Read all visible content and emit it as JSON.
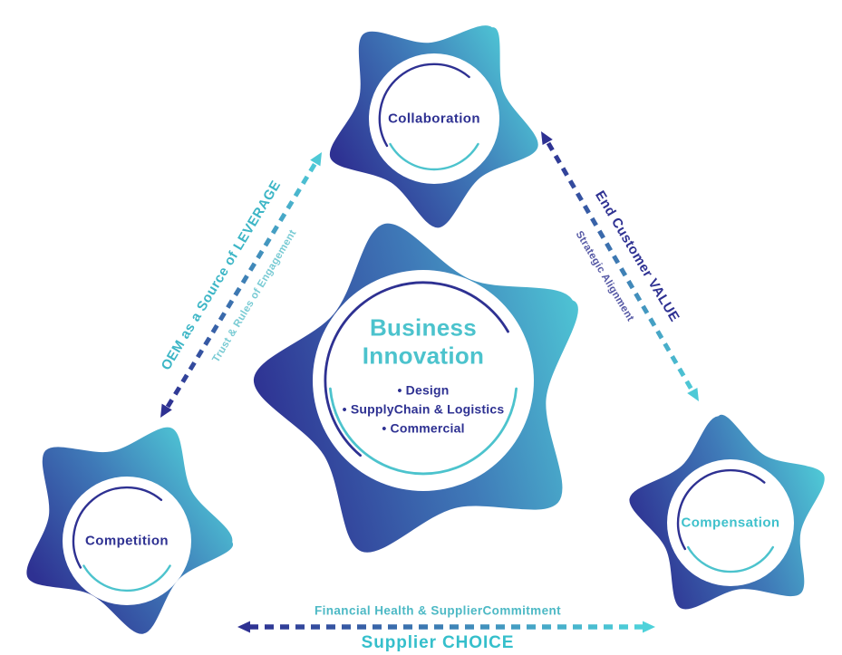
{
  "center": {
    "title": "Business Innovation",
    "bullets": [
      "• Design",
      "• SupplyChain & Logistics",
      "• Commercial"
    ]
  },
  "nodes": {
    "top": {
      "label": "Collaboration"
    },
    "left": {
      "label": "Competition"
    },
    "right": {
      "label": "Compensation"
    }
  },
  "edges": {
    "left": {
      "label": "OEM as a Source of LEVERAGE",
      "sublabel": "Trust & Rules of Engagement"
    },
    "right": {
      "label": "End Customer VALUE",
      "sublabel": "Strategic Alignment"
    },
    "bottom": {
      "label": "Supplier CHOICE",
      "sublabel": "Financial Health & SupplierCommitment"
    }
  },
  "colors": {
    "indigo": "#2e3192",
    "teal": "#4cc3cd",
    "teal_light": "#79cbd4"
  }
}
